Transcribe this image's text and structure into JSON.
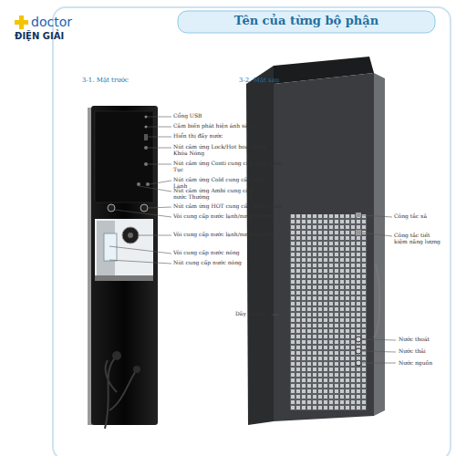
{
  "diagram": {
    "title": "Tên của từng bộ phận",
    "labels": [
      "doctor",
      "ĐIỆN GIẢI",
      "3-1. Mặt trước",
      "3-2. Mặt sau",
      "Cổng USB",
      "Cảm biến phát hiện ánh sáng",
      "Hiển thị đầy nước",
      "Nút cảm ứng Lock/Hot hoạt động Khóa Nóng",
      "Nút cảm ứng Conti cung cấp nước Liên Tục",
      "Nút cảm ứng Cold cung cấp nước Lạnh",
      "Nút cảm ứng Ambi cung cấp nước Thường",
      "Nút cảm ứng HOT cung cấp nước nóng",
      "Vòi cung cấp nước lạnh/nước thường",
      "Vòi cung cấp nước lạnh/nước thường",
      "Vòi cung cấp nước nóng",
      "Nút cung cấp nước nóng",
      "Công tắc xả",
      "Công tắc tiết kiệm năng lượng",
      "Dây nguồn",
      "Nước thoát",
      "Nước thải",
      "Nước nguồn"
    ]
  }
}
